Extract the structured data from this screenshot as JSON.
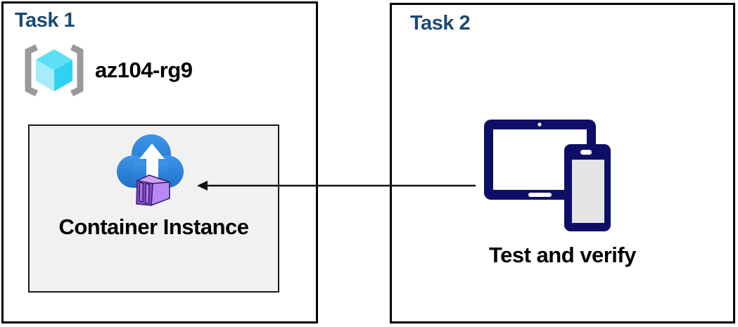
{
  "task1": {
    "title": "Task 1",
    "resource_group": {
      "name": "az104-rg9",
      "icon": "resource-group-icon"
    },
    "container_instance": {
      "label": "Container Instance",
      "icon": "container-instance-icon"
    }
  },
  "task2": {
    "title": "Task 2",
    "label": "Test and verify",
    "icon": "devices-icon"
  },
  "arrow": {
    "direction": "right-to-left",
    "from": "devices-icon",
    "to": "container-instance-icon"
  },
  "colors": {
    "title-blue": "#1b4a73",
    "box-border": "#000000",
    "inner-box-bg": "#f1f1f1",
    "inner-box-border": "#1a1a1a",
    "label-black": "#000000",
    "device-navy": "#0e0e68",
    "cloud-blue-light": "#3d97e8",
    "cloud-blue-dark": "#1e6fc8",
    "container-front": "#8a52cf",
    "container-side": "#b78af2",
    "container-top": "#c9a4f7",
    "container-slat": "#a876ea",
    "container-outline": "#3f2070",
    "rg-bracket": "#9a9a9a",
    "rg-cube-top": "#5ddff5",
    "rg-cube-left": "#a5ecfc",
    "rg-cube-right": "#30d2f2"
  }
}
